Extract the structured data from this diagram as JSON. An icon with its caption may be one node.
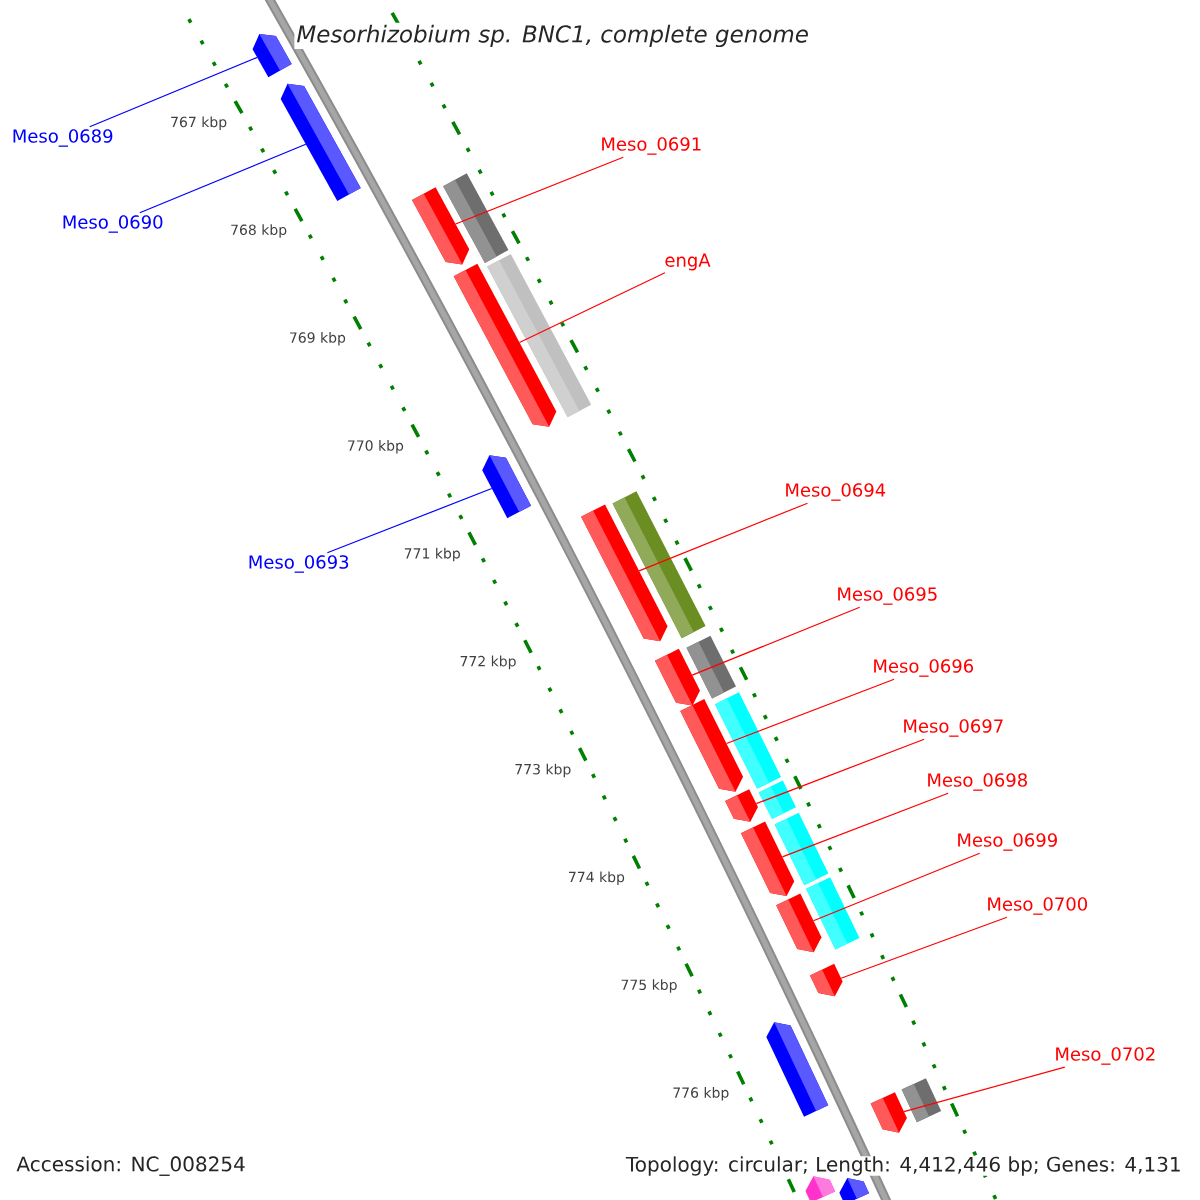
{
  "diagram": {
    "title": "Mesorhizobium sp. BNC1, complete genome",
    "nodes": [
      {
        "text": [
          "Meso_0689"
        ]
      },
      {
        "text": [
          "Meso_0690"
        ]
      },
      {
        "text": [
          "Meso_0691"
        ]
      },
      {
        "text": [
          "engA"
        ]
      },
      {
        "text": [
          "Meso_0693"
        ]
      },
      {
        "text": [
          "Meso_0694"
        ]
      },
      {
        "text": [
          "Meso_0695"
        ]
      },
      {
        "text": [
          "Meso_0696"
        ]
      },
      {
        "text": [
          "Meso_0697"
        ]
      },
      {
        "text": [
          "Meso_0698"
        ]
      },
      {
        "text": [
          "Meso_0699"
        ]
      },
      {
        "text": [
          "Meso_0700"
        ]
      },
      {
        "text": [
          "Meso_0702"
        ]
      },
      {
        "text": [],
        "shape": "bar"
      },
      {
        "text": [],
        "shape": "bar"
      },
      {
        "text": [],
        "shape": "box"
      },
      {
        "text": [],
        "shape": "bar"
      },
      {
        "text": [],
        "shape": "box"
      },
      {
        "text": [],
        "shape": "bar"
      },
      {
        "text": [],
        "shape": "bar"
      },
      {
        "text": [],
        "shape": "box"
      },
      {
        "text": [],
        "shape": "bar"
      },
      {
        "text": [],
        "shape": "box"
      },
      {
        "text": [],
        "shape": "bar"
      },
      {
        "text": [],
        "shape": "box"
      },
      {
        "text": [],
        "shape": "bar"
      },
      {
        "text": [],
        "shape": "box"
      },
      {
        "text": [],
        "shape": "bar"
      },
      {
        "text": [],
        "shape": "box"
      },
      {
        "text": [],
        "shape": "bar"
      },
      {
        "text": [],
        "shape": "box"
      },
      {
        "text": [],
        "shape": "bar"
      },
      {
        "text": [],
        "shape": "bar"
      },
      {
        "text": [],
        "shape": "bar"
      },
      {
        "text": [],
        "shape": "box"
      },
      {
        "text": [],
        "shape": "bar"
      },
      {
        "text": [],
        "shape": "bar"
      },
      {
        "text": [],
        "shape": "bar"
      }
    ],
    "edges": [
      {
        "from": 0,
        "to": 13,
        "arrow": "none",
        "color": "#0000ff"
      },
      {
        "from": 1,
        "to": 14,
        "arrow": "none",
        "color": "#0000ff"
      },
      {
        "from": 2,
        "to": 16,
        "arrow": "none"
      },
      {
        "from": 3,
        "to": 18,
        "arrow": "none"
      },
      {
        "from": 4,
        "to": 19,
        "arrow": "none",
        "color": "#0000ff"
      },
      {
        "from": 5,
        "to": 21,
        "arrow": "none"
      },
      {
        "from": 6,
        "to": 23,
        "arrow": "none"
      },
      {
        "from": 7,
        "to": 25,
        "arrow": "none"
      },
      {
        "from": 8,
        "to": 27,
        "arrow": "none"
      },
      {
        "from": 9,
        "to": 29,
        "arrow": "none"
      },
      {
        "from": 10,
        "to": 31,
        "arrow": "none"
      },
      {
        "from": 11,
        "to": 32,
        "arrow": "none"
      },
      {
        "from": 12,
        "to": 35,
        "arrow": "none"
      }
    ],
    "labels": [
      "Accession: NC_008254",
      "Topology: circular; Length: 4,412,446 bp; Genes: 4,131",
      "767 kbp",
      "768 kbp",
      "769 kbp",
      "770 kbp",
      "771 kbp",
      "772 kbp",
      "773 kbp",
      "774 kbp",
      "775 kbp",
      "776 kbp"
    ]
  }
}
